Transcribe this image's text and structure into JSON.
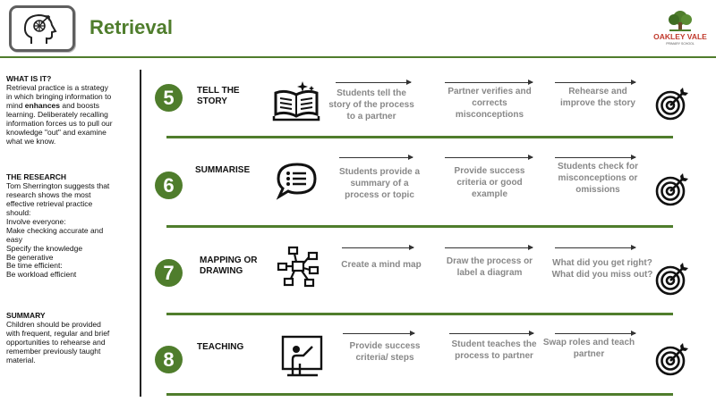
{
  "header": {
    "title": "Retrieval",
    "icon": "head-brain-icon",
    "logo": {
      "name": "tree-logo",
      "text": "OAKLEY VALE",
      "subtext": "PRIMARY SCHOOL"
    }
  },
  "sidebar": {
    "what_heading": "WHAT IS IT?",
    "what_lines": [
      "Retrieval practice is a strategy",
      "in which bringing information to",
      [
        "mind ",
        "enhances",
        " and boosts"
      ],
      "learning. Deliberately recalling",
      "information forces us to pull our",
      "knowledge \"out\" and examine",
      "what we know."
    ],
    "research_heading": "THE RESEARCH",
    "research_lines": [
      "Tom Sherrington suggests that",
      "research shows the most",
      "effective retrieval practice",
      "should:",
      "Involve everyone:",
      "Make checking accurate and",
      "easy",
      "Specify the knowledge",
      "Be generative",
      "Be time efficient:",
      "Be workload efficient"
    ],
    "summary_heading": "SUMMARY",
    "summary_lines": [
      "Children should be provided",
      "with frequent, regular and brief",
      "opportunities to rehearse and",
      "remember previously taught",
      "material."
    ]
  },
  "rows": [
    {
      "number": "5",
      "title_lines": [
        "TELL THE",
        "STORY"
      ],
      "icon": "open-book-icon",
      "steps": [
        [
          "Students tell the",
          "story of the process",
          "to a partner"
        ],
        [
          "Partner verifies and",
          "corrects",
          "misconceptions"
        ],
        [
          "Rehearse and",
          "improve the story"
        ]
      ]
    },
    {
      "number": "6",
      "title_lines": [
        "SUMMARISE"
      ],
      "icon": "speech-bubble-list-icon",
      "steps": [
        [
          "Students provide a",
          "summary of a",
          "process or topic"
        ],
        [
          "Provide success",
          "criteria or good",
          "example"
        ],
        [
          "Students check for",
          "misconceptions or",
          "omissions"
        ]
      ]
    },
    {
      "number": "7",
      "title_lines": [
        "MAPPING OR",
        "DRAWING"
      ],
      "icon": "mind-map-icon",
      "steps": [
        [
          "Create a mind map"
        ],
        [
          "Draw the process or",
          "label a diagram"
        ],
        [
          "What did you get right?",
          "What did you miss out?"
        ]
      ]
    },
    {
      "number": "8",
      "title_lines": [
        "TEACHING"
      ],
      "icon": "teacher-board-icon",
      "steps": [
        [
          "Provide success",
          "criteria/ steps"
        ],
        [
          "Student teaches the",
          "process to partner"
        ],
        [
          "Swap roles and teach",
          "partner"
        ]
      ]
    }
  ],
  "target_icon": "target-arrow-icon",
  "colors": {
    "accent": "#4f7d2c",
    "step_text": "#888888",
    "frame": "#5f5f5f"
  }
}
